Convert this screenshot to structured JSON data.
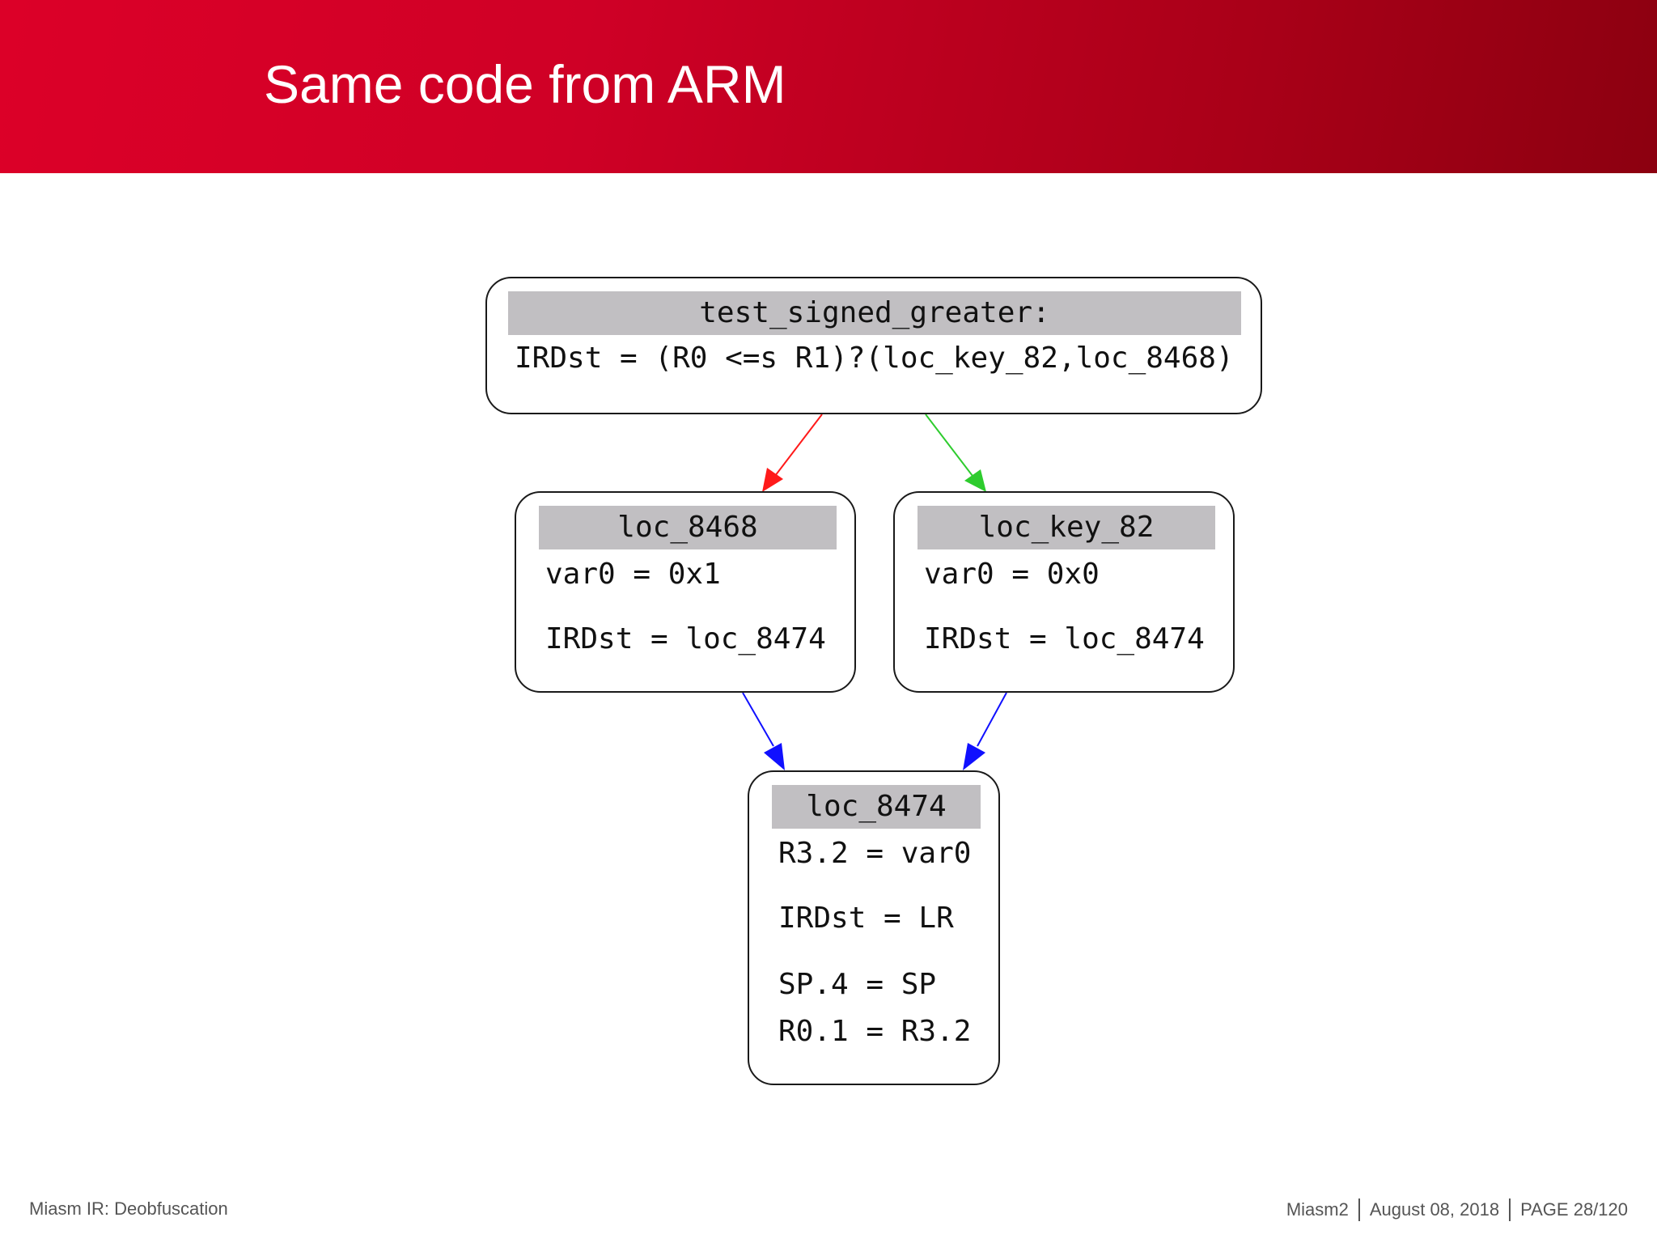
{
  "slide": {
    "title": "Same code from ARM"
  },
  "graph": {
    "nodes": [
      {
        "id": "test_signed_greater",
        "header": "test_signed_greater:",
        "lines": [
          "IRDst = (R0 <=s R1)?(loc_key_82,loc_8468)"
        ]
      },
      {
        "id": "loc_8468",
        "header": "loc_8468",
        "lines": [
          "var0 = 0x1",
          "IRDst = loc_8474"
        ]
      },
      {
        "id": "loc_key_82",
        "header": "loc_key_82",
        "lines": [
          "var0 = 0x0",
          "IRDst = loc_8474"
        ]
      },
      {
        "id": "loc_8474",
        "header": "loc_8474",
        "lines": [
          "R3.2 = var0",
          "IRDst = LR",
          "SP.4 = SP",
          "R0.1 = R3.2"
        ]
      }
    ],
    "edges": [
      {
        "from": "test_signed_greater",
        "to": "loc_8468",
        "color": "#ff1a1a"
      },
      {
        "from": "test_signed_greater",
        "to": "loc_key_82",
        "color": "#2ecc2e"
      },
      {
        "from": "loc_8468",
        "to": "loc_8474",
        "color": "#1010ff"
      },
      {
        "from": "loc_key_82",
        "to": "loc_8474",
        "color": "#1010ff"
      }
    ]
  },
  "footer": {
    "left": "Miasm IR: Deobfuscation",
    "product": "Miasm2",
    "date": "August 08, 2018",
    "page": "PAGE 28/120"
  },
  "colors": {
    "header_start": "#dc0028",
    "header_end": "#8c0010",
    "node_header_bg": "#c1bfc2"
  }
}
